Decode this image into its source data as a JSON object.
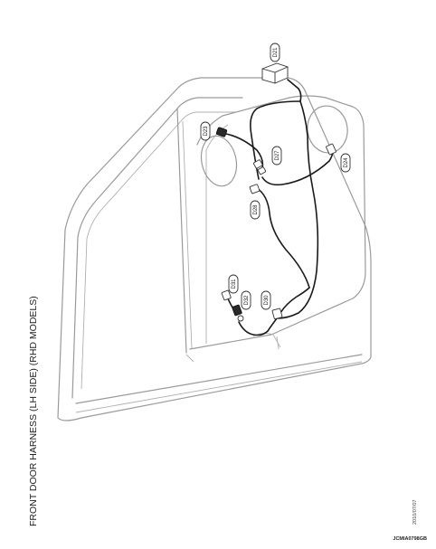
{
  "title": "FRONT DOOR HARNESS (LH SIDE) (RHD MODELS)",
  "date": "2010/07/07",
  "figure_code": "JCMIA0798GB",
  "connectors": [
    {
      "id": "D21",
      "label": "D21"
    },
    {
      "id": "D23",
      "label": "D23"
    },
    {
      "id": "D27",
      "label": "D27"
    },
    {
      "id": "D24",
      "label": "D24"
    },
    {
      "id": "D28",
      "label": "D28"
    },
    {
      "id": "D31",
      "label": "D31"
    },
    {
      "id": "D32",
      "label": "D32"
    },
    {
      "id": "D30",
      "label": "D30"
    }
  ],
  "colors": {
    "outline": "#9a9a9a",
    "harness": "#1a1a1a",
    "background": "#ffffff"
  }
}
